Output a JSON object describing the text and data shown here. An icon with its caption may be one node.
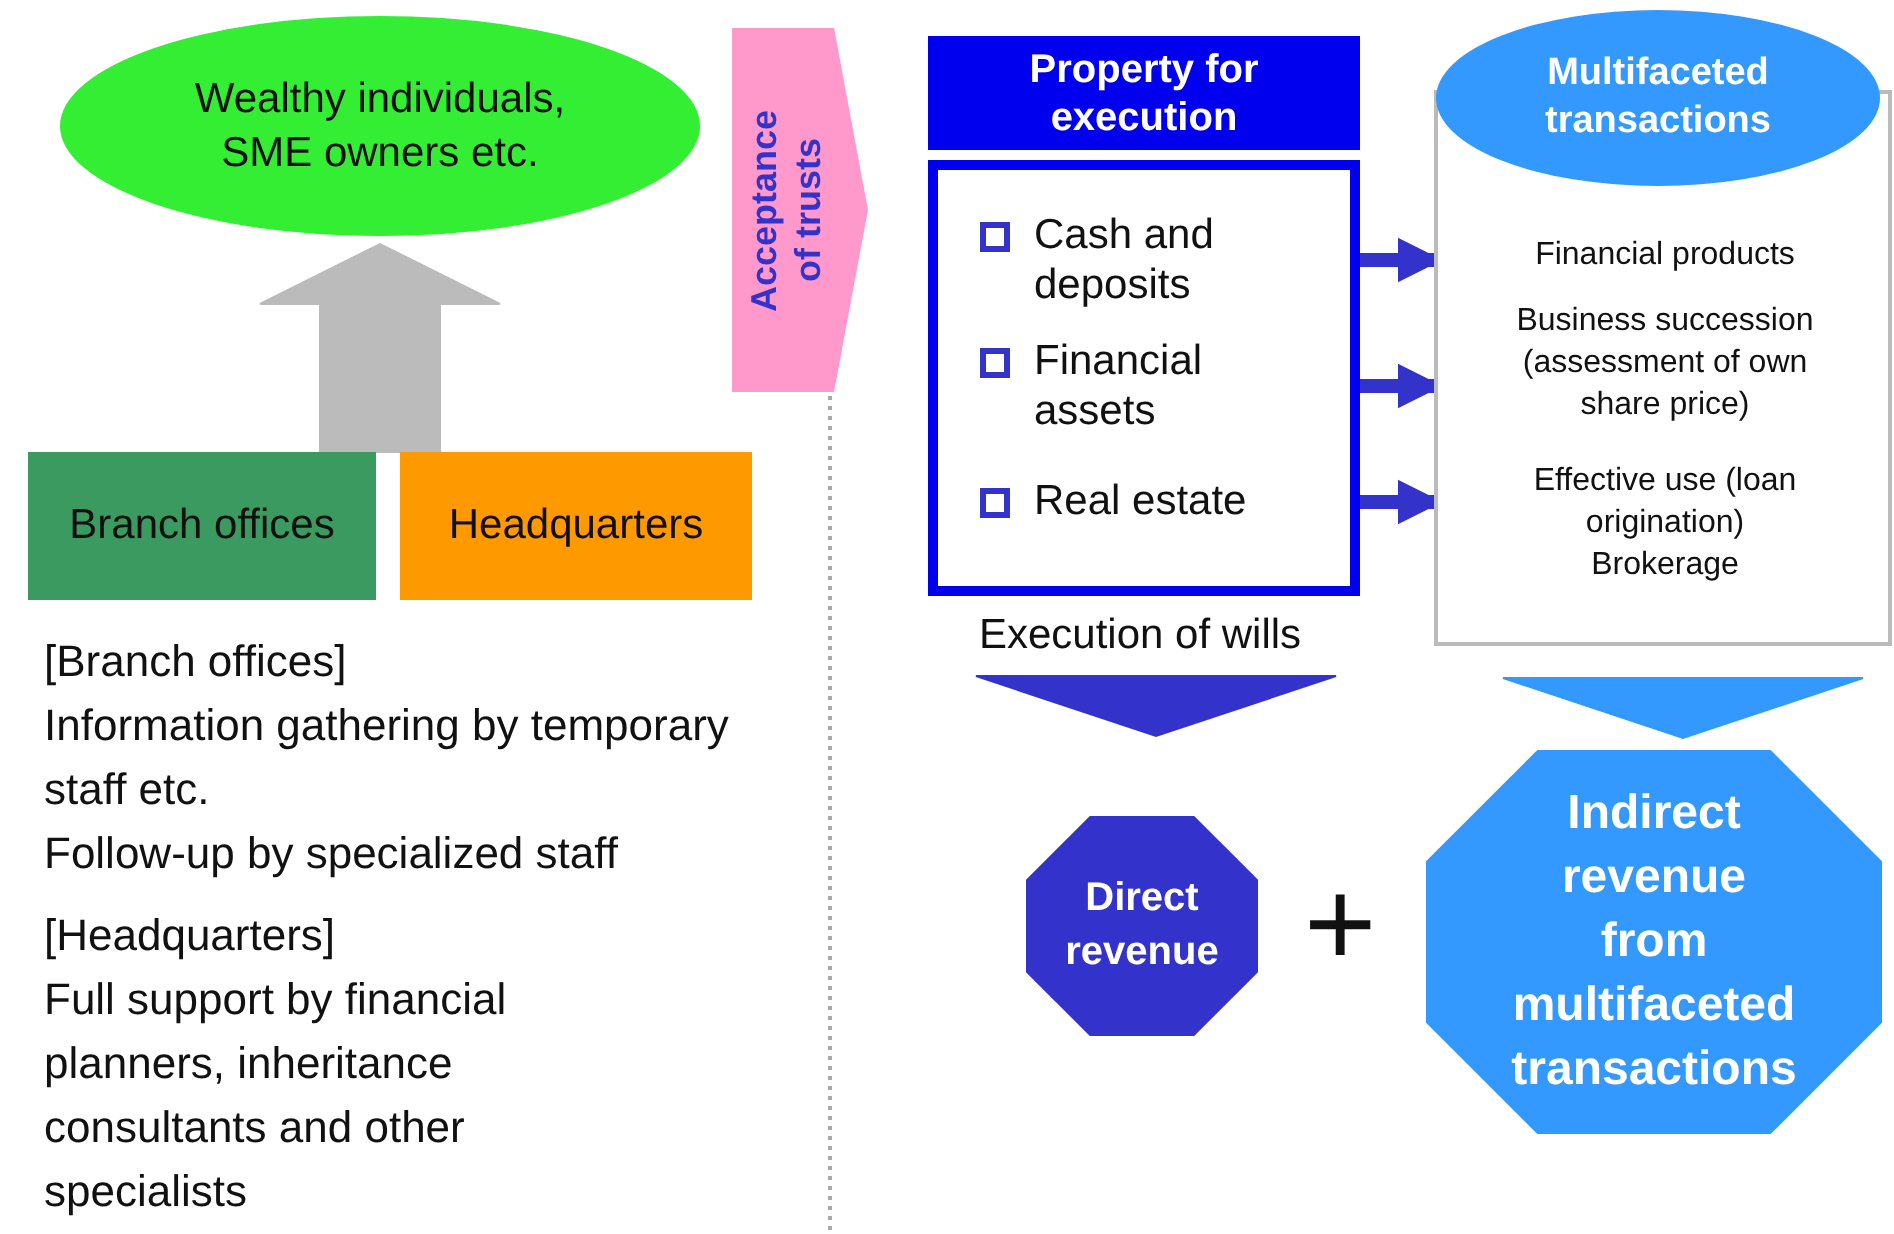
{
  "diagram": {
    "nodes": [
      {
        "text": [
          "Wealthy individuals, SME owners etc."
        ]
      },
      {
        "text": [
          "Branch offices"
        ]
      },
      {
        "text": [
          "Headquarters"
        ]
      },
      {
        "text": [
          "Acceptance of trusts"
        ]
      },
      {
        "text": [
          "Property for execution"
        ]
      },
      {
        "text": [],
        "shape": "box"
      },
      {
        "text": [
          "Cash and deposits"
        ],
        "in": 5
      },
      {
        "text": [
          "Financial assets"
        ],
        "in": 5
      },
      {
        "text": [
          "Real estate"
        ],
        "in": 5
      },
      {
        "text": [
          "Multifaceted transactions"
        ]
      },
      {
        "text": [
          "Financial products"
        ],
        "in": 9
      },
      {
        "text": [
          "Business succession (assessment of own share price)"
        ],
        "in": 9
      },
      {
        "text": [
          "Effective use (loan origination) Brokerage"
        ],
        "in": 9
      },
      {
        "text": [
          "Direct revenue"
        ]
      },
      {
        "text": [
          "Indirect revenue from multifaceted transactions"
        ]
      }
    ],
    "edges": [
      {
        "from": 1,
        "to": 0,
        "arrow": "to",
        "style": "thick",
        "color": "#bbbbbb"
      },
      {
        "from": 2,
        "to": 0,
        "arrow": "to",
        "style": "thick",
        "color": "#bbbbbb"
      },
      {
        "from": 5,
        "to": 10,
        "arrow": "to"
      },
      {
        "from": 5,
        "to": 11,
        "arrow": "to"
      },
      {
        "from": 5,
        "to": 12,
        "arrow": "to"
      },
      {
        "from": 5,
        "to": 13,
        "arrow": "to",
        "label": "Execution of wills",
        "style": "thick"
      },
      {
        "from": 9,
        "to": 14,
        "arrow": "to",
        "style": "thick",
        "color": "#3399ff"
      }
    ],
    "labels": [
      "[Branch offices]",
      "Information gathering by temporary staff etc.",
      "Follow-up by specialized staff",
      "[Headquarters]",
      "Full support by financial planners, inheritance consultants and other specialists",
      "+"
    ]
  }
}
